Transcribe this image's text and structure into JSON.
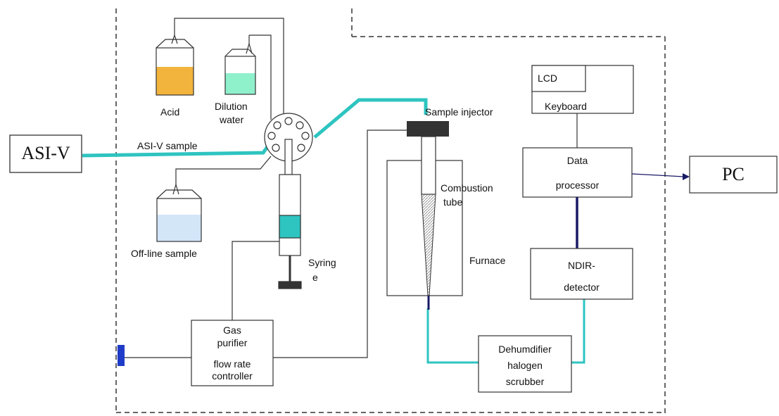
{
  "colors": {
    "teal_line": "#2ec4c0",
    "acid_fill": "#f2b43c",
    "water_fill": "#8ff0cc",
    "offline_fill": "#d2e6f8",
    "syringe_fill": "#2ec4c0",
    "port_fill": "#1f3cc8",
    "detector_link": "#1a1a66"
  },
  "labels": {
    "asiv_box": "ASI-V",
    "asiv_sample": "ASI-V sample",
    "acid": "Acid",
    "dilution": "Dilution",
    "water": "water",
    "offline": "Off-line sample",
    "syringe_1": "Syring",
    "syringe_2": "e",
    "sample_injector": "Sample injector",
    "combustion_1": "Combustion",
    "combustion_2": "tube",
    "furnace": "Furnace",
    "lcd": "LCD",
    "keyboard": "Keyboard",
    "data_1": "Data",
    "data_2": "processor",
    "ndir_1": "NDIR-",
    "ndir_2": "detector",
    "pc": "PC",
    "gas_1": "Gas",
    "gas_2": "purifier",
    "gas_3": "flow rate",
    "gas_4": "controller",
    "dehum_1": "Dehumdifier",
    "dehum_2": "halogen",
    "dehum_3": "scrubber"
  }
}
